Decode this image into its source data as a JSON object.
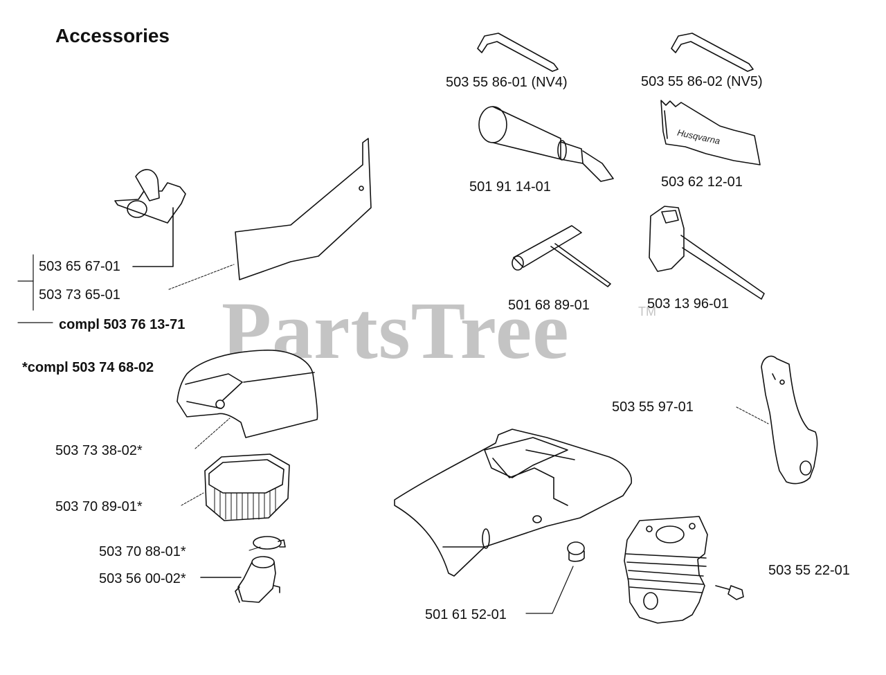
{
  "title": "Accessories",
  "watermark": {
    "text": "PartsTree",
    "tm": "TM"
  },
  "brand_on_part": "Husqvarna",
  "parts": [
    {
      "id": "p1",
      "label": "503 55 86-01 (NV4)"
    },
    {
      "id": "p2",
      "label": "503 55 86-02 (NV5)"
    },
    {
      "id": "p3",
      "label": "501 91 14-01"
    },
    {
      "id": "p4",
      "label": "503 62 12-01"
    },
    {
      "id": "p5",
      "label": "503 65 67-01"
    },
    {
      "id": "p6",
      "label": "503 73 65-01"
    },
    {
      "id": "p7",
      "label": "compl 503 76 13-71"
    },
    {
      "id": "p8",
      "label": "*compl 503 74 68-02"
    },
    {
      "id": "p9",
      "label": "501 68 89-01"
    },
    {
      "id": "p10",
      "label": "503 13 96-01"
    },
    {
      "id": "p11",
      "label": "503 55 97-01"
    },
    {
      "id": "p12",
      "label": "503 73 38-02*"
    },
    {
      "id": "p13",
      "label": "503 70 89-01*"
    },
    {
      "id": "p14",
      "label": "503 70 88-01*"
    },
    {
      "id": "p15",
      "label": "503 56 00-02*"
    },
    {
      "id": "p16",
      "label": "501 61 52-01"
    },
    {
      "id": "p17",
      "label": "503 55 22-01"
    }
  ]
}
